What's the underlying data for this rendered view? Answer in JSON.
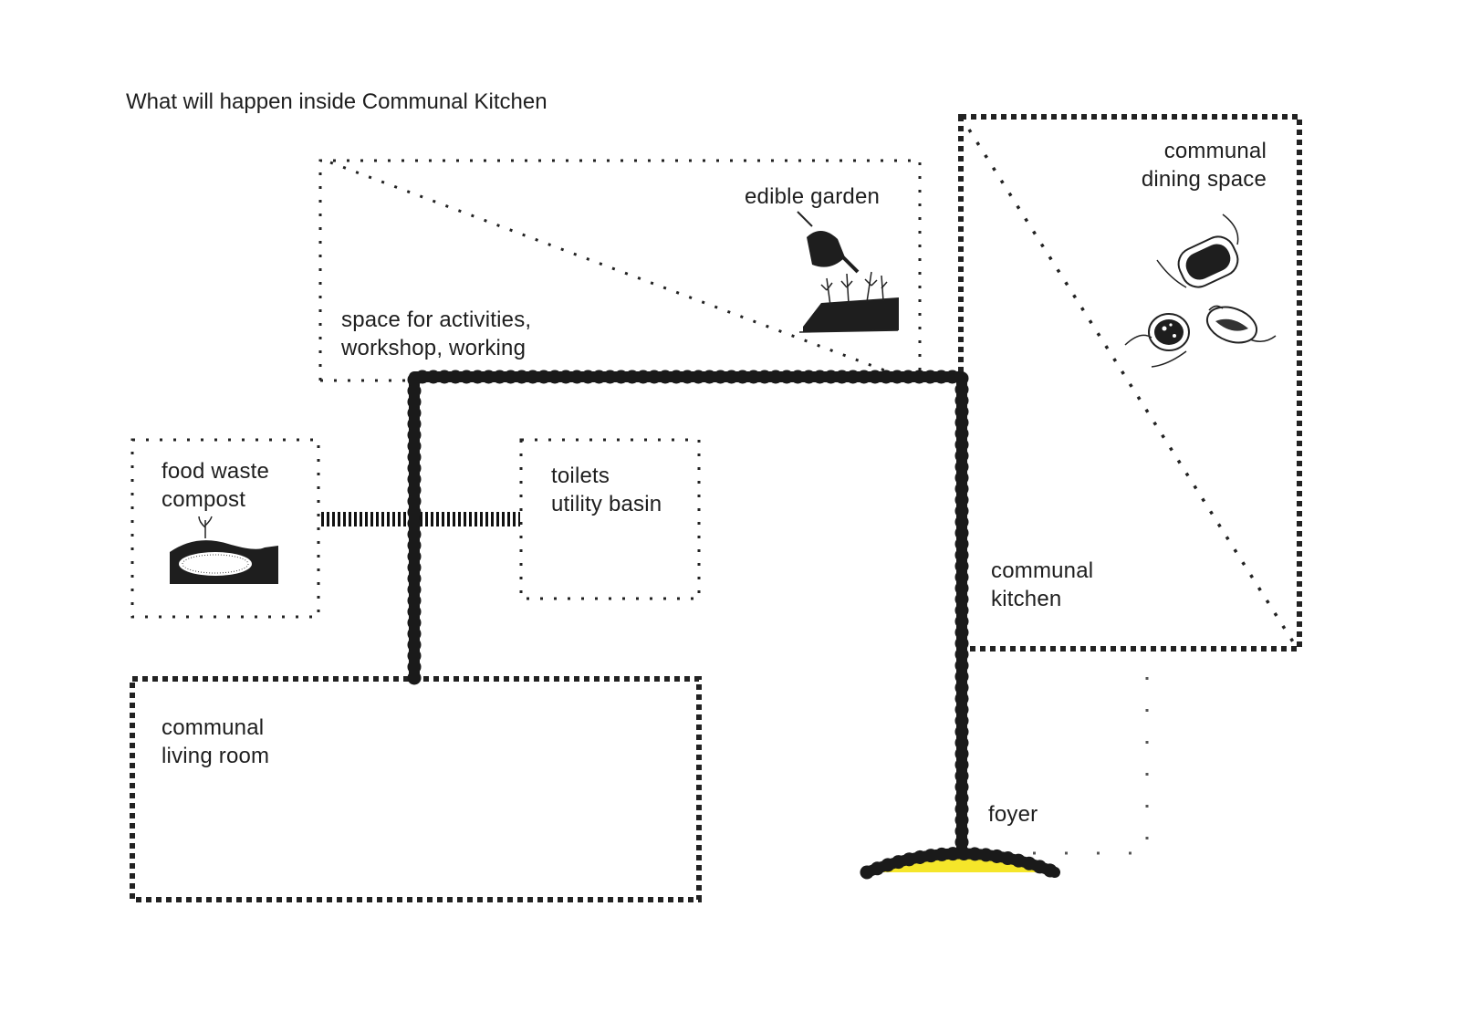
{
  "title": "What will happen inside Communal Kitchen",
  "zones": {
    "activities": {
      "line1": "space for activities,",
      "line2": "workshop, working"
    },
    "garden": {
      "line1": "edible garden"
    },
    "dining": {
      "line1": "communal",
      "line2": "dining space"
    },
    "compost": {
      "line1": "food waste",
      "line2": "compost"
    },
    "toilets": {
      "line1": "toilets",
      "line2": "utility basin"
    },
    "kitchen": {
      "line1": "communal",
      "line2": "kitchen"
    },
    "living": {
      "line1": "communal",
      "line2": "living room"
    },
    "foyer": {
      "line1": "foyer"
    }
  },
  "colors": {
    "ink": "#1e1e1e",
    "entrance": "#f5e62a"
  }
}
